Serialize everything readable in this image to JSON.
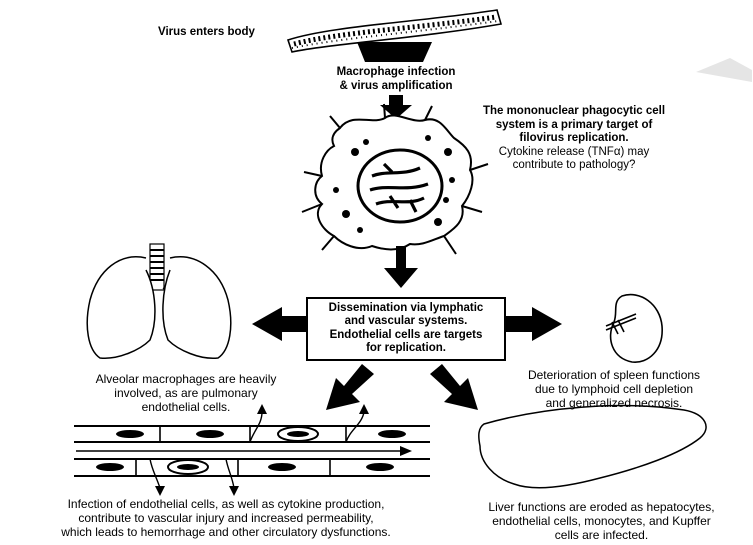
{
  "labels": {
    "virus_enters": "Virus enters body",
    "macrophage_line1": "Macrophage infection",
    "macrophage_line2": "& virus amplification",
    "mps_line1": "The mononuclear phagocytic cell",
    "mps_line2": "system is a primary target of",
    "mps_line3": "filovirus replication.",
    "cytokine_line1": "Cytokine release (TNFα) may",
    "cytokine_line2": "contribute to pathology?",
    "dissemination_line1": "Dissemination via lymphatic",
    "dissemination_line2": "and vascular systems.",
    "dissemination_line3": "Endothelial cells are targets",
    "dissemination_line4": "for replication.",
    "lung_line1": "Alveolar macrophages are heavily",
    "lung_line2": "involved, as are pulmonary",
    "lung_line3": "endothelial cells.",
    "spleen_line1": "Deterioration of spleen functions",
    "spleen_line2": "due to lymphoid cell depletion",
    "spleen_line3": "and generalized necrosis.",
    "vascular_line1": "Infection of endothelial cells, as well as cytokine production,",
    "vascular_line2": "contribute to vascular injury and increased permeability,",
    "vascular_line3": "which leads to hemorrhage and other circulatory dysfunctions.",
    "liver_line1": "Liver functions are eroded as hepatocytes,",
    "liver_line2": "endothelial cells, monocytes, and Kupffer",
    "liver_line3": "cells are infected."
  },
  "icons": [
    "virus-particle-icon",
    "macrophage-cell-icon",
    "lungs-icon",
    "spleen-icon",
    "liver-icon",
    "blood-vessel-icon"
  ],
  "colors": {
    "ink": "#000000",
    "background": "#ffffff"
  }
}
